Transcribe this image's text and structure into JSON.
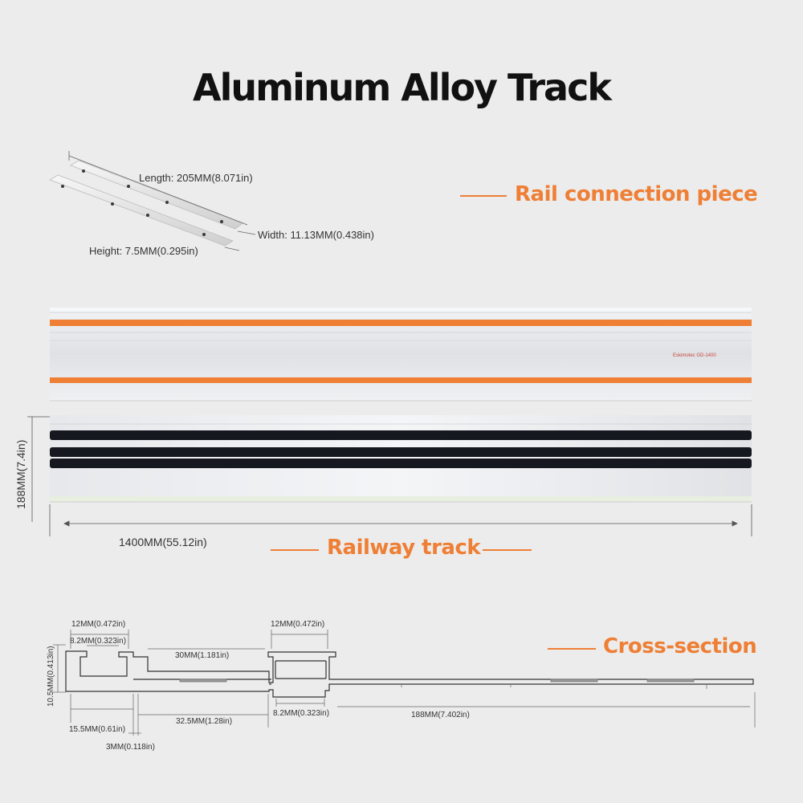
{
  "title": "Aluminum Alloy Track",
  "connection_piece": {
    "section_label": "Rail connection piece",
    "length": "Length: 205MM(8.071in)",
    "width": "Width: 11.13MM(0.438in)",
    "height": "Height: 7.5MM(0.295in)"
  },
  "railway_track": {
    "section_label": "Railway track",
    "brand_label": "Eskimotec GD-1400",
    "height_dim": "188MM(7.4in)",
    "length_dim": "1400MM(55.12in)"
  },
  "cross_section": {
    "section_label": "Cross-section",
    "dims": {
      "d12_left": "12MM(0.472in)",
      "d82_left": "8.2MM(0.323in)",
      "d105": "10.5MM(0.413in)",
      "d30": "30MM(1.181in)",
      "d12_right": "12MM(0.472in)",
      "d155": "15.5MM(0.61in)",
      "d325": "32.5MM(1.28in)",
      "d3": "3MM(0.118in)",
      "d82_right": "8.2MM(0.323in)",
      "d188": "188MM(7.402in)"
    }
  },
  "colors": {
    "accent_orange": "#ee7f35",
    "text_dark": "#111111",
    "rail_silver": "#e3e5e8",
    "rubber_black": "#15181f",
    "background": "#ececec"
  }
}
